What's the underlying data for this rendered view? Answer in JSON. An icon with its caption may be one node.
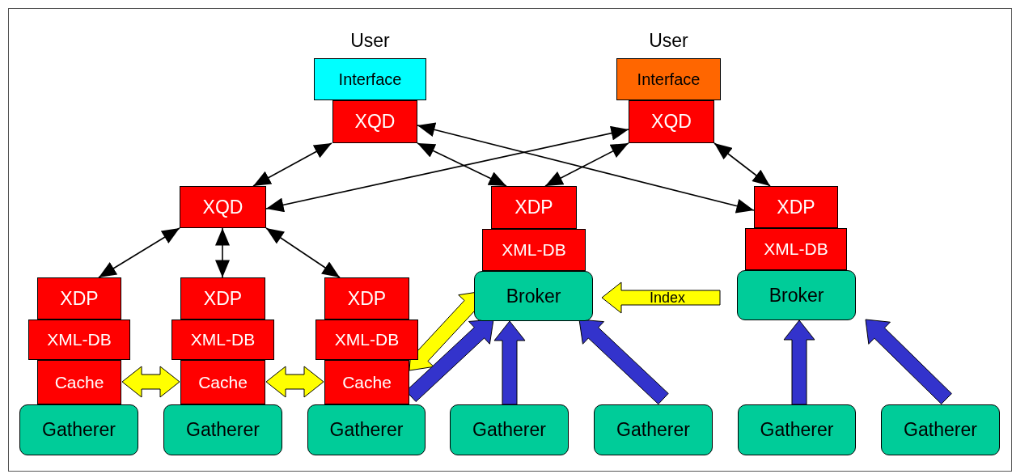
{
  "diagram": {
    "nodes": [
      {
        "text": [
          "Interface"
        ],
        "beside": [
          "User"
        ]
      },
      {
        "text": [
          "XQD"
        ]
      },
      {
        "text": [
          "Interface"
        ],
        "beside": [
          "User"
        ]
      },
      {
        "text": [
          "XQD"
        ]
      },
      {
        "text": [
          "XQD"
        ]
      },
      {
        "text": [
          "XDP"
        ]
      },
      {
        "text": [
          "XML-DB"
        ]
      },
      {
        "text": [
          "Broker"
        ]
      },
      {
        "text": [
          "XDP"
        ]
      },
      {
        "text": [
          "XML-DB"
        ]
      },
      {
        "text": [
          "Broker"
        ]
      },
      {
        "text": [
          "XDP"
        ]
      },
      {
        "text": [
          "XML-DB"
        ]
      },
      {
        "text": [
          "Cache"
        ]
      },
      {
        "text": [
          "Gatherer"
        ]
      },
      {
        "text": [
          "XDP"
        ]
      },
      {
        "text": [
          "XML-DB"
        ]
      },
      {
        "text": [
          "Cache"
        ]
      },
      {
        "text": [
          "Gatherer"
        ]
      },
      {
        "text": [
          "XDP"
        ]
      },
      {
        "text": [
          "XML-DB"
        ]
      },
      {
        "text": [
          "Cache"
        ]
      },
      {
        "text": [
          "Gatherer"
        ]
      },
      {
        "text": [
          "Gatherer"
        ]
      },
      {
        "text": [
          "Gatherer"
        ]
      },
      {
        "text": [
          "Gatherer"
        ]
      },
      {
        "text": [
          "Gatherer"
        ]
      }
    ],
    "edges": [
      {
        "from": 1,
        "to": 4,
        "arrow": "both"
      },
      {
        "from": 1,
        "to": 5,
        "arrow": "both"
      },
      {
        "from": 1,
        "to": 8,
        "arrow": "both"
      },
      {
        "from": 3,
        "to": 4,
        "arrow": "both"
      },
      {
        "from": 3,
        "to": 5,
        "arrow": "both"
      },
      {
        "from": 3,
        "to": 8,
        "arrow": "both"
      },
      {
        "from": 4,
        "to": 11,
        "arrow": "both"
      },
      {
        "from": 4,
        "to": 15,
        "arrow": "both"
      },
      {
        "from": 4,
        "to": 19,
        "arrow": "both"
      },
      {
        "from": 13,
        "to": 17,
        "arrow": "both",
        "style": "thick",
        "color": "#ffff00"
      },
      {
        "from": 17,
        "to": 21,
        "arrow": "both",
        "style": "thick",
        "color": "#ffff00"
      },
      {
        "from": 21,
        "to": 7,
        "arrow": "both",
        "style": "thick",
        "color": "#ffff00"
      },
      {
        "from": 22,
        "to": 7,
        "arrow": "to",
        "style": "thick",
        "color": "#3333cc"
      },
      {
        "from": 23,
        "to": 7,
        "arrow": "to",
        "style": "thick",
        "color": "#3333cc"
      },
      {
        "from": 24,
        "to": 7,
        "arrow": "to",
        "style": "thick",
        "color": "#3333cc"
      },
      {
        "from": 25,
        "to": 10,
        "arrow": "to",
        "style": "thick",
        "color": "#3333cc"
      },
      {
        "from": 26,
        "to": 10,
        "arrow": "to",
        "style": "thick",
        "color": "#3333cc"
      },
      {
        "from": null,
        "to": 7,
        "arrow": "to",
        "label": "Index",
        "style": "thick",
        "color": "#ffff00"
      }
    ]
  }
}
